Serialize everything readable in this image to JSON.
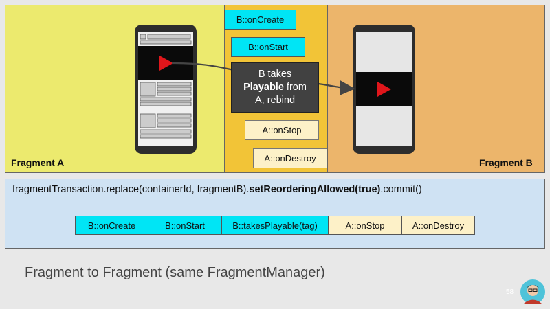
{
  "fragment_a": {
    "label": "Fragment A"
  },
  "fragment_b": {
    "label": "Fragment B"
  },
  "middle_events": {
    "b_oncreate": "B::onCreate",
    "b_onstart": "B::onStart",
    "takes_line1": "B takes",
    "takes_bold": "Playable",
    "takes_after_bold": " from",
    "takes_line3": "A, rebind",
    "a_onstop": "A::onStop",
    "a_ondestroy": "A::onDestroy"
  },
  "code": {
    "prefix": "fragmentTransaction.replace(containerId, fragmentB).",
    "bold": "setReorderingAllowed(true)",
    "suffix": ".commit()"
  },
  "sequence": [
    {
      "label": "B::onCreate",
      "kind": "b"
    },
    {
      "label": "B::onStart",
      "kind": "b"
    },
    {
      "label": "B::takesPlayable(tag)",
      "kind": "b"
    },
    {
      "label": "A::onStop",
      "kind": "a"
    },
    {
      "label": "A::onDestroy",
      "kind": "a"
    }
  ],
  "footer": {
    "title": "Fragment to Fragment (same FragmentManager)",
    "page_number": "58"
  },
  "colors": {
    "cyan": "#00e5f5",
    "cream": "#fdf1c8",
    "play_red": "#e0161b"
  },
  "icons": {
    "play": "play-icon",
    "avatar": "avatar-icon"
  }
}
